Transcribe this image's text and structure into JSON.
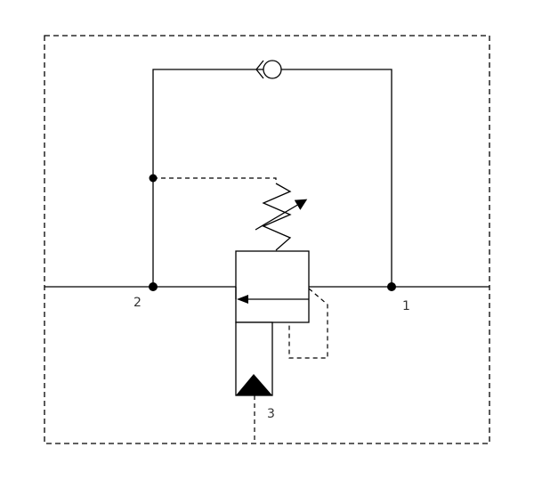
{
  "diagram": {
    "colors": {
      "line": "#000000",
      "background": "#ffffff",
      "label": "#333333"
    },
    "ports": {
      "port_2": "2",
      "port_1": "1",
      "port_3": "3"
    },
    "icons": {
      "check_valve": "check-valve-icon",
      "spring": "adjustable-spring-icon",
      "flow_arrow": "arrow-left-icon",
      "pilot": "pilot-triangle-icon"
    }
  }
}
